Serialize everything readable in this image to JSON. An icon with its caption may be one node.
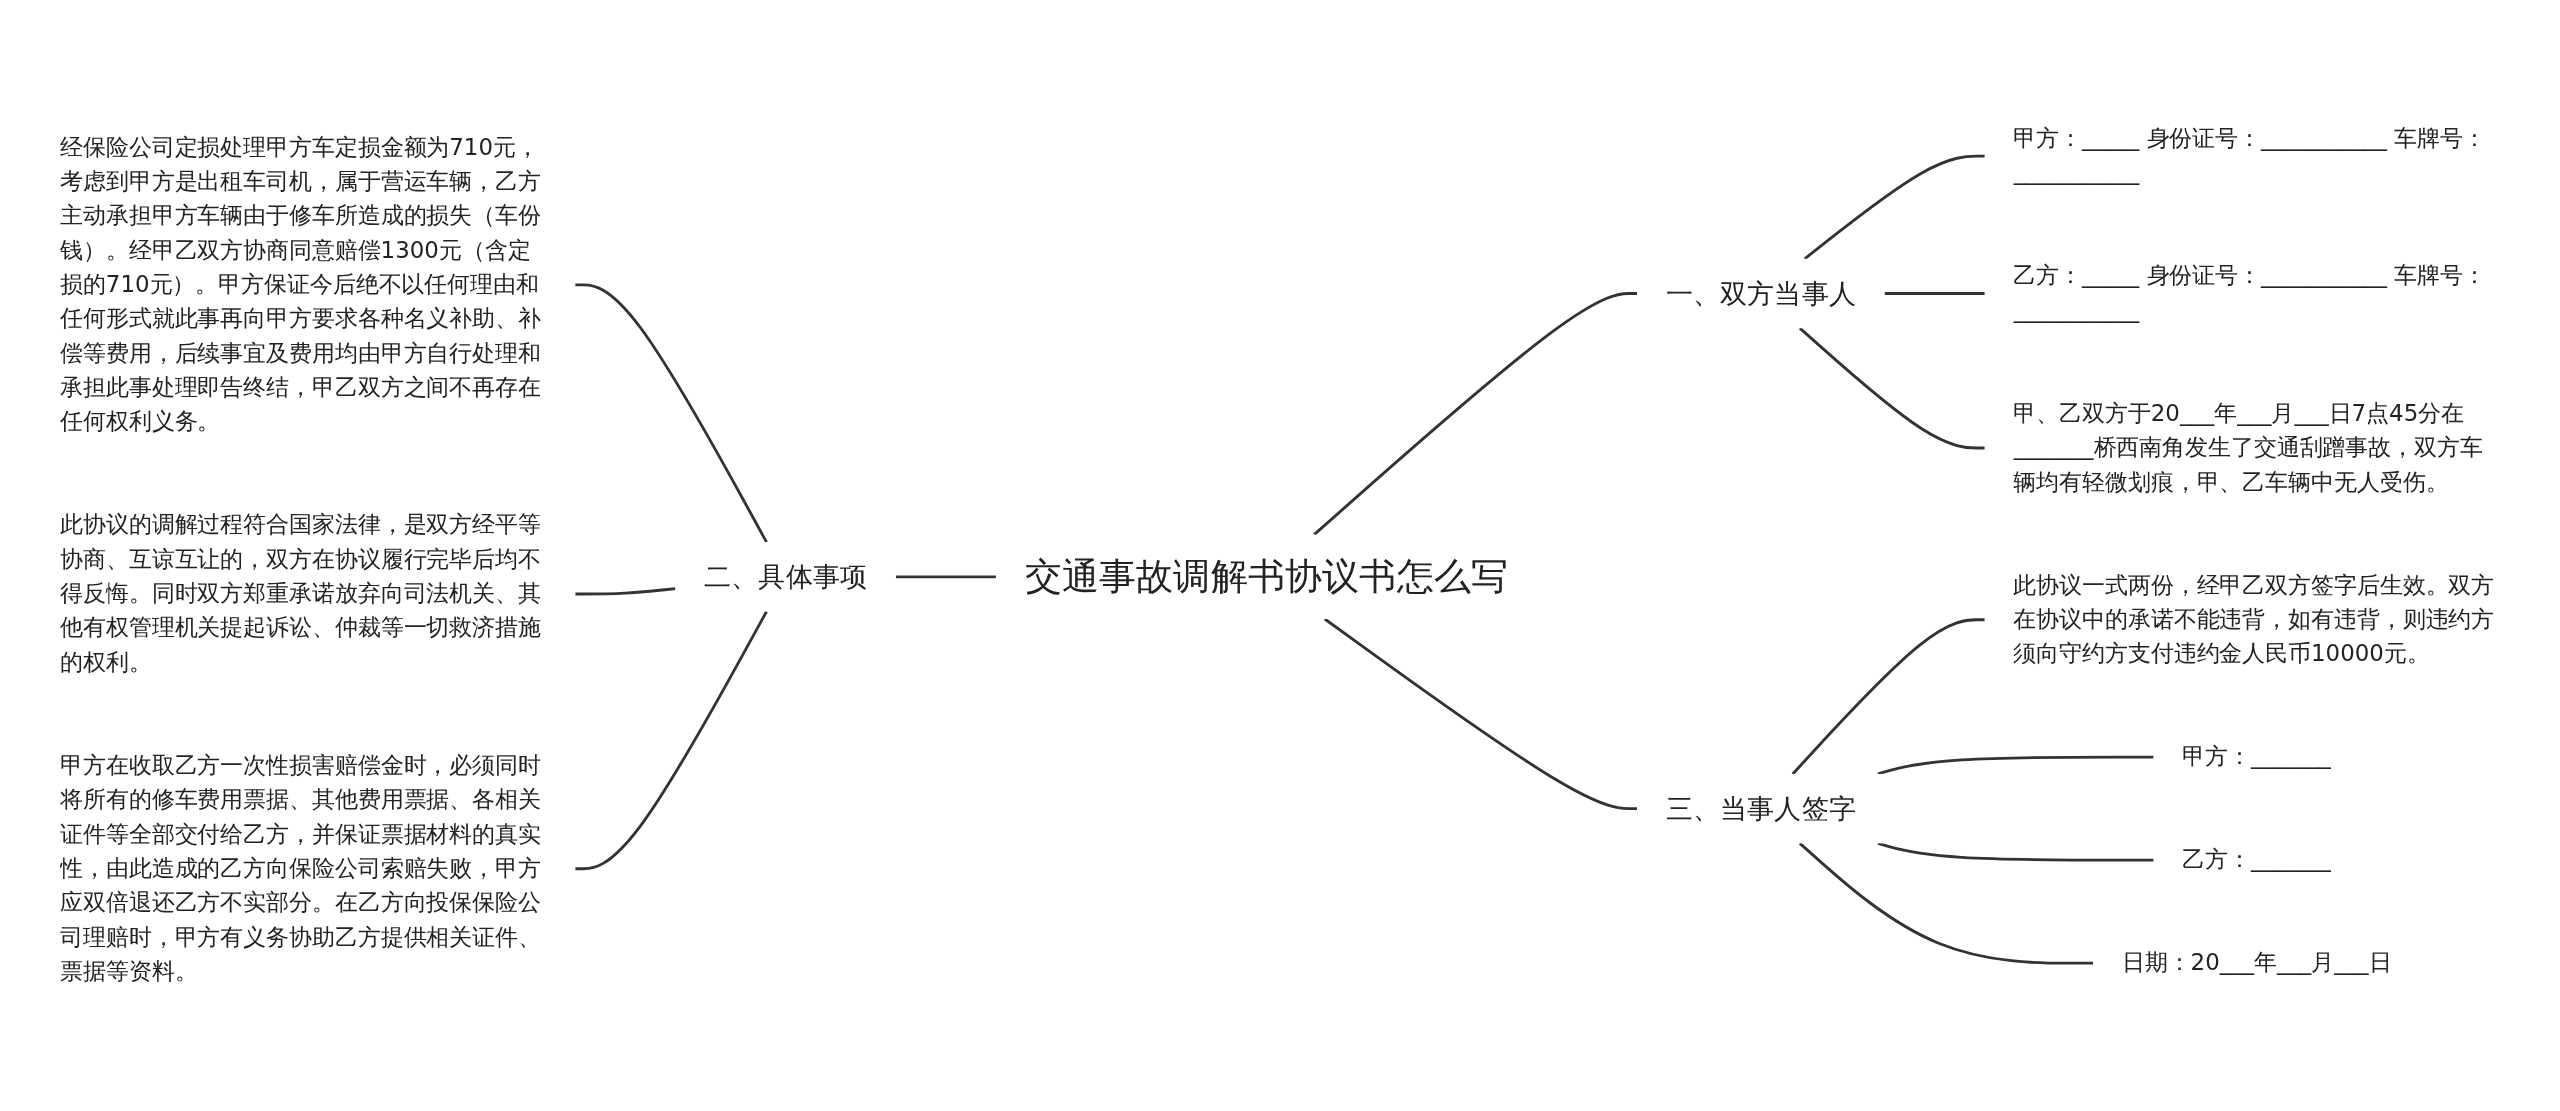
{
  "diagram": {
    "nodes": [
      {
        "text": [
          "交通事故调解书协议书怎么写"
        ]
      },
      {
        "text": [
          "一、双方当事人"
        ]
      },
      {
        "text": [
          "甲方：_____ 身份证号：___________ 车牌号：___________"
        ]
      },
      {
        "text": [
          "乙方：_____ 身份证号：___________ 车牌号：___________"
        ]
      },
      {
        "text": [
          "甲、乙双方于20___年___月___日7点45分在_______桥西南角发生了交通刮蹭事故，双方车辆均有轻微划痕，甲、乙车辆中无人受伤。"
        ]
      },
      {
        "text": [
          "二、具体事项"
        ]
      },
      {
        "text": [
          "经保险公司定损处理甲方车定损金额为710元，考虑到甲方是出租车司机，属于营运车辆，乙方主动承担甲方车辆由于修车所造成的损失（车份钱）。经甲乙双方协商同意赔偿1300元（含定损的710元）。甲方保证今后绝不以任何理由和任何形式就此事再向甲方要求各种名义补助、补偿等费用，后续事宜及费用均由甲方自行处理和承担此事处理即告终结，甲乙双方之间不再存在任何权利义务。"
        ]
      },
      {
        "text": [
          "此协议的调解过程符合国家法律，是双方经平等协商、互谅互让的，双方在协议履行完毕后均不得反悔。同时双方郑重承诺放弃向司法机关、其他有权管理机关提起诉讼、仲裁等一切救济措施的权利。"
        ]
      },
      {
        "text": [
          "甲方在收取乙方一次性损害赔偿金时，必须同时将所有的修车费用票据、其他费用票据、各相关证件等全部交付给乙方，并保证票据材料的真实性，由此造成的乙方向保险公司索赔失败，甲方应双倍退还乙方不实部分。在乙方向投保保险公司理赔时，甲方有义务协助乙方提供相关证件、票据等资料。"
        ]
      },
      {
        "text": [
          "三、当事人签字"
        ]
      },
      {
        "text": [
          "此协议一式两份，经甲乙双方签字后生效。双方在协议中的承诺不能违背，如有违背，则违约方须向守约方支付违约金人民币10000元。"
        ]
      },
      {
        "text": [
          "甲方：_______"
        ]
      },
      {
        "text": [
          "乙方：_______"
        ]
      },
      {
        "text": [
          "日期：20___年___月___日"
        ]
      }
    ],
    "edges": [
      {
        "from": 0,
        "to": 1,
        "arrow": "none"
      },
      {
        "from": 1,
        "to": 2,
        "arrow": "none"
      },
      {
        "from": 1,
        "to": 3,
        "arrow": "none"
      },
      {
        "from": 1,
        "to": 4,
        "arrow": "none"
      },
      {
        "from": 5,
        "to": 0,
        "arrow": "none"
      },
      {
        "from": 6,
        "to": 5,
        "arrow": "none"
      },
      {
        "from": 7,
        "to": 5,
        "arrow": "none"
      },
      {
        "from": 8,
        "to": 5,
        "arrow": "none"
      },
      {
        "from": 0,
        "to": 9,
        "arrow": "none"
      },
      {
        "from": 9,
        "to": 10,
        "arrow": "none"
      },
      {
        "from": 9,
        "to": 11,
        "arrow": "none"
      },
      {
        "from": 9,
        "to": 12,
        "arrow": "none"
      },
      {
        "from": 9,
        "to": 13,
        "arrow": "none"
      }
    ]
  }
}
